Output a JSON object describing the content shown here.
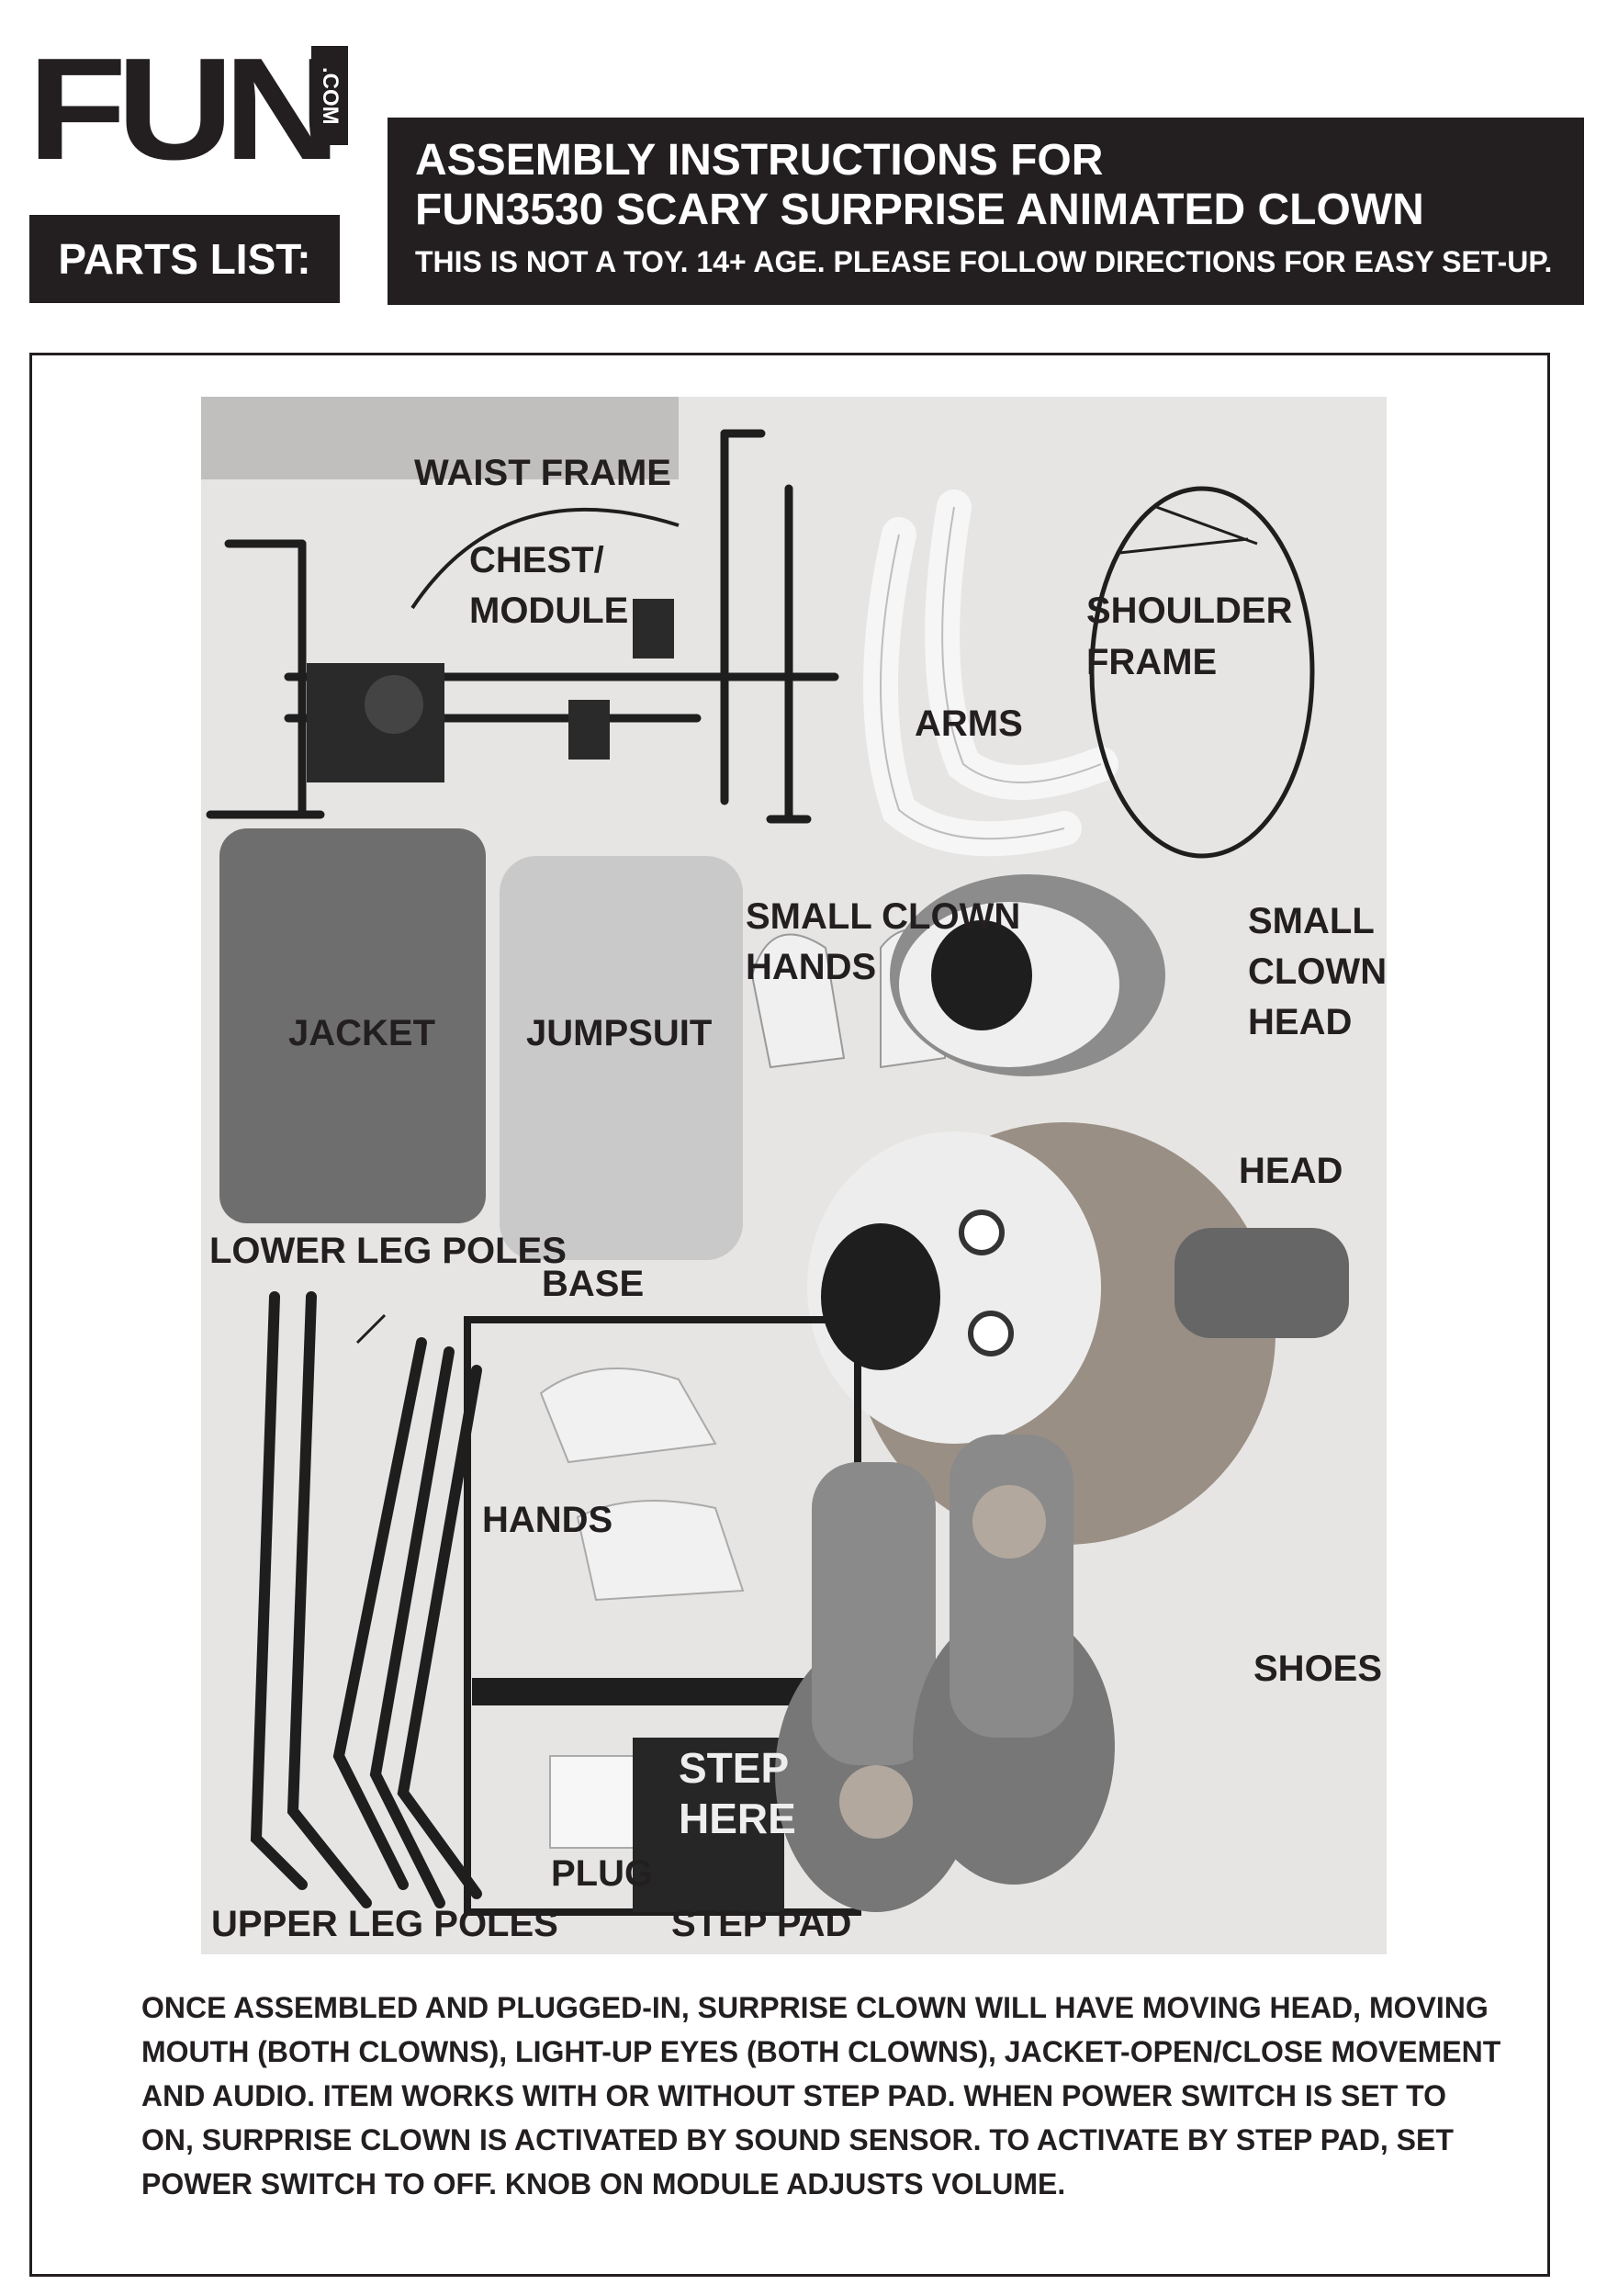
{
  "brand": {
    "logo_text": "FUN",
    "logo_suffix": ".COM"
  },
  "parts_list_label": "PARTS LIST:",
  "header": {
    "title_line1": "ASSEMBLY INSTRUCTIONS FOR",
    "title_line2": "FUN3530 SCARY SURPRISE ANIMATED CLOWN",
    "subtitle": "THIS IS NOT A TOY.  14+ AGE.  PLEASE FOLLOW DIRECTIONS FOR EASY SET-UP."
  },
  "parts": {
    "waist_frame": "WAIST FRAME",
    "chest_module_1": "CHEST/",
    "chest_module_2": "MODULE",
    "shoulder_frame_1": "SHOULDER",
    "shoulder_frame_2": "FRAME",
    "arms": "ARMS",
    "small_clown_hands_1": "SMALL CLOWN",
    "small_clown_hands_2": "HANDS",
    "small_clown_head_1": "SMALL",
    "small_clown_head_2": "CLOWN",
    "small_clown_head_3": "HEAD",
    "jacket": "JACKET",
    "jumpsuit": "JUMPSUIT",
    "head": "HEAD",
    "lower_leg_poles": "LOWER LEG POLES",
    "base": "BASE",
    "hands": "HANDS",
    "shoes": "SHOES",
    "plug": "PLUG",
    "upper_leg_poles": "UPPER LEG POLES",
    "step_pad": "STEP PAD",
    "step_here_1": "STEP",
    "step_here_2": "HERE"
  },
  "notes": [
    "ONCE ASSEMBLED AND PLUGGED-IN, SURPRISE CLOWN WILL HAVE MOVING HEAD, MOVING",
    "MOUTH (BOTH CLOWNS), LIGHT-UP EYES (BOTH CLOWNS), JACKET-OPEN/CLOSE MOVEMENT",
    "AND AUDIO.  ITEM WORKS WITH OR WITHOUT STEP PAD. WHEN POWER SWITCH IS SET TO",
    "ON, SURPRISE CLOWN IS ACTIVATED BY SOUND SENSOR. TO ACTIVATE BY STEP PAD, SET",
    "POWER SWITCH TO OFF.  KNOB ON MODULE ADJUSTS VOLUME."
  ]
}
